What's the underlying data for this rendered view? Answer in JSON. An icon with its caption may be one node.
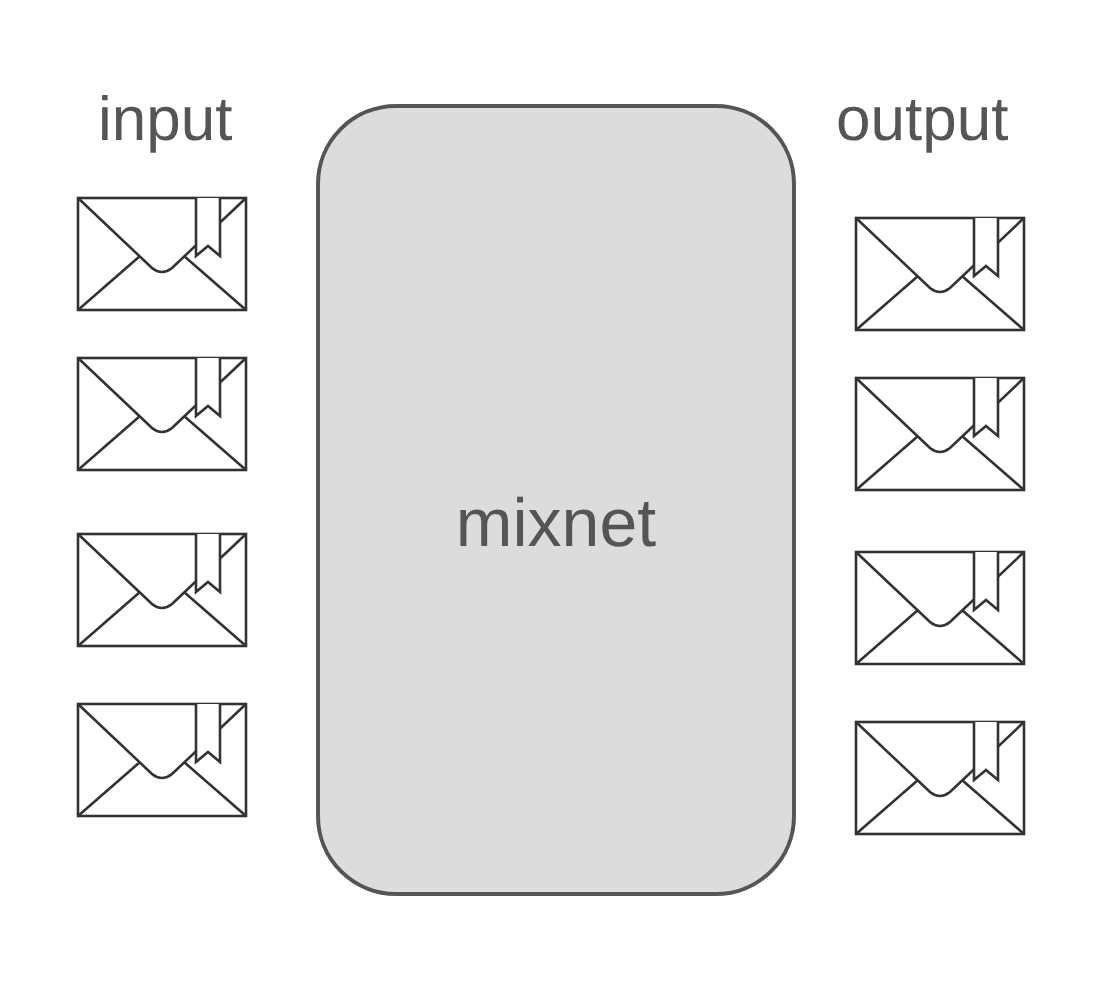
{
  "diagram": {
    "nodes": [
      {
        "text": [
          "mixnet"
        ]
      }
    ],
    "labels": [
      "input",
      "output"
    ]
  }
}
